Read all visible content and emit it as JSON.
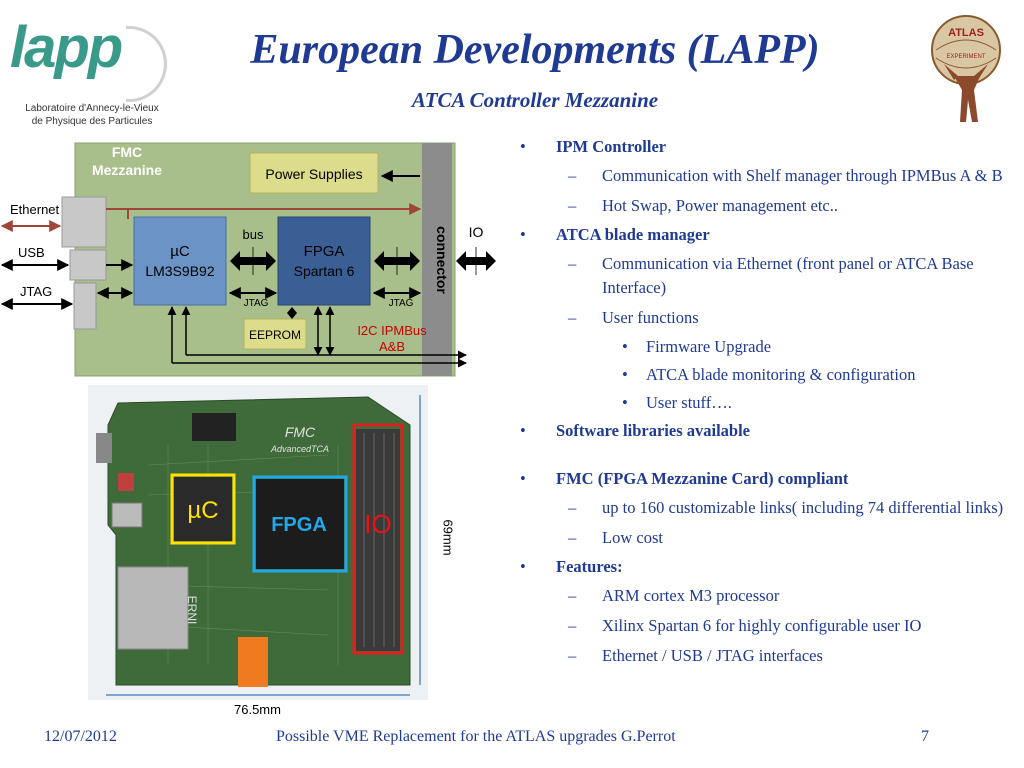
{
  "header": {
    "title": "European Developments (LAPP)",
    "subtitle": "ATCA Controller Mezzanine"
  },
  "logos": {
    "lapp_word": "lapp",
    "lapp_sub_1": "Laboratoire d'Annecy-le-Vieux",
    "lapp_sub_2": "de  Physique  des  Particules",
    "atlas_text": "ATLAS",
    "atlas_sub": "EXPERIMENT"
  },
  "diagram": {
    "board_title_1": "FMC",
    "board_title_2": "Mezzanine",
    "power_supplies": "Power Supplies",
    "ethernet": "Ethernet",
    "usb": "USB",
    "jtag_left": "JTAG",
    "uc_line1": "µC",
    "uc_line2": "LM3S9B92",
    "bus": "bus",
    "fpga_line1": "FPGA",
    "fpga_line2": "Spartan 6",
    "jtag_small_1": "JTAG",
    "jtag_small_2": "JTAG",
    "eeprom": "EEPROM",
    "i2c_line1": "I2C IPMBus",
    "i2c_line2": "A&B",
    "connector": "connector",
    "io": "IO"
  },
  "photo": {
    "uc_label": "µC",
    "fpga_label": "FPGA",
    "io_label": "IO",
    "height_label": "69mm",
    "width_label": "76.5mm",
    "board_fmc": "FMC",
    "board_advanced": "AdvancedTCA",
    "board_ernt": "ERNI"
  },
  "bullets": {
    "b1": "IPM Controller",
    "b1_1": "Communication with Shelf manager through IPMBus A & B",
    "b1_2": "Hot Swap, Power management etc..",
    "b2": "ATCA blade manager",
    "b2_1": "Communication via Ethernet (front panel or ATCA Base Interface)",
    "b2_2": "User functions",
    "b2_2_1": "Firmware Upgrade",
    "b2_2_2": "ATCA blade monitoring & configuration",
    "b2_2_3": "User stuff….",
    "b3": "Software libraries available",
    "b4": "FMC (FPGA Mezzanine Card) compliant",
    "b4_1": "up to 160 customizable links( including 74 differential links)",
    "b4_2": "Low cost",
    "b5": "Features:",
    "b5_1": "ARM cortex M3 processor",
    "b5_2": "Xilinx Spartan 6 for highly configurable user IO",
    "b5_3": "Ethernet / USB / JTAG interfaces"
  },
  "footer": {
    "date": "12/07/2012",
    "center": "Possible VME Replacement for the ATLAS upgrades  G.Perrot",
    "page": "7"
  },
  "colors": {
    "title_blue": "#1f3a93",
    "board_green": "#a8bf8c",
    "chip_blue": "#6b93c6",
    "fpga_blue": "#3a5f95",
    "power_yellow": "#dcdc8a",
    "connector_gray": "#8c8c8c",
    "accent_red": "#cc0000",
    "arrow_brown": "#a0453a"
  }
}
